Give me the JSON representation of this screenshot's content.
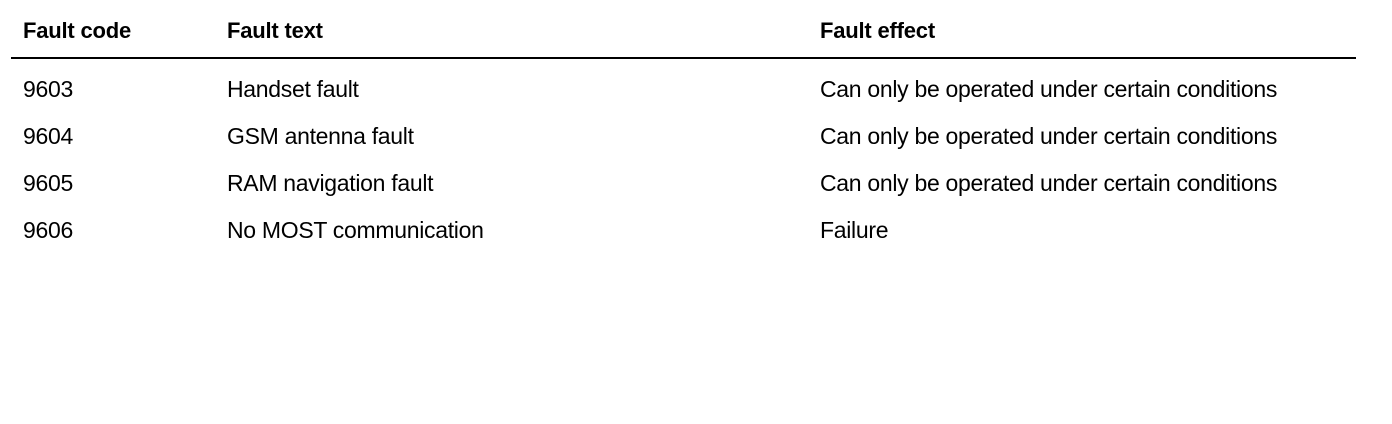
{
  "table": {
    "columns": [
      {
        "key": "fault_code",
        "label": "Fault code"
      },
      {
        "key": "fault_text",
        "label": "Fault text"
      },
      {
        "key": "fault_effect",
        "label": "Fault effect"
      }
    ],
    "rows": [
      {
        "fault_code": "9603",
        "fault_text": "Handset fault",
        "fault_effect": "Can only be operated under certain conditions"
      },
      {
        "fault_code": "9604",
        "fault_text": "GSM antenna fault",
        "fault_effect": "Can only be operated under certain conditions"
      },
      {
        "fault_code": "9605",
        "fault_text": "RAM navigation fault",
        "fault_effect": "Can only be operated under certain conditions"
      },
      {
        "fault_code": "9606",
        "fault_text": "No MOST communication",
        "fault_effect": "Failure"
      }
    ]
  },
  "style": {
    "text_color": "#000000",
    "background_color": "#ffffff",
    "rule_color": "#000000"
  }
}
